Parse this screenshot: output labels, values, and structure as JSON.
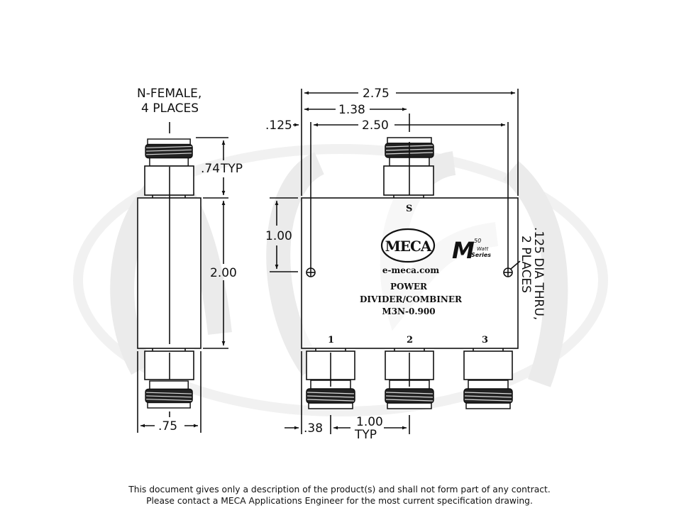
{
  "drawing": {
    "connector_note_line1": "N-FEMALE,",
    "connector_note_line2": "4 PLACES",
    "dimensions": {
      "connector_length": ".74",
      "connector_length_suffix": "TYP",
      "side_body_height": "2.00",
      "side_body_width": ".75",
      "overall_width": "2.75",
      "center_port_offset": "1.38",
      "mount_hole_spacing": "2.50",
      "mount_hole_edge_offset": ".125",
      "mount_hole_height": "1.00",
      "first_port_offset": ".38",
      "port_pitch": "1.00",
      "port_pitch_suffix": "TYP",
      "mount_hole_note_line1": ".125 DIA THRU,",
      "mount_hole_note_line2": "2 PLACES"
    },
    "ports": {
      "input_label": "S",
      "output_labels": [
        "1",
        "2",
        "3"
      ]
    },
    "label": {
      "logo_text": "MECA",
      "website": "e-meca.com",
      "series_badge_letter": "M",
      "series_badge_power": "50",
      "series_badge_unit": "Watt",
      "series_badge_word": "Series",
      "product_line1": "POWER",
      "product_line2": "DIVIDER/COMBINER",
      "model_number": "M3N-0.900"
    },
    "watermark_text": "MECA"
  },
  "footer": {
    "disclaimer_line1": "This document gives only a description of the product(s) and shall not form part of any contract.",
    "disclaimer_line2": "Please contact a MECA Applications Engineer for the most current specification drawing."
  },
  "colors": {
    "line": "#111111",
    "watermark": "#e9e9e9",
    "background": "#ffffff"
  }
}
